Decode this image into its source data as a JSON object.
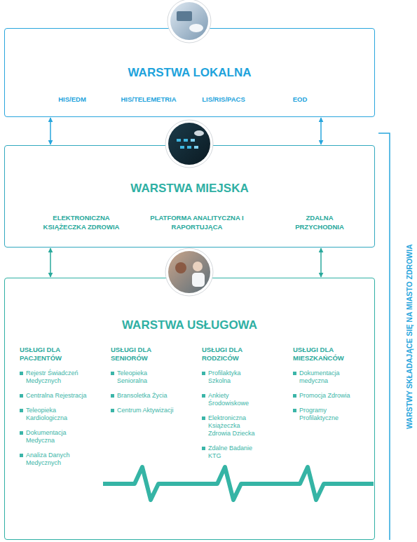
{
  "diagram": {
    "nodes": [
      {
        "text": [
          "WARSTWA LOKALNA",
          "HIS/EDM",
          "HIS/TELEMETRIA",
          "LIS/RIS/PACS",
          "EOD"
        ]
      },
      {
        "text": [
          "WARSTWA MIEJSKA",
          "ELEKTRONICZNA KSIĄŻECZKA ZDROWIA",
          "PLATFORMA ANALITYCZNA I RAPORTUJĄCA",
          "ZDALNA PRZYCHODNIA"
        ]
      },
      {
        "text": [
          "WARSTWA USŁUGOWA",
          "USŁUGI DLA PACJENTÓW",
          "Rejestr Świadczeń Medycznych",
          "Centralna Rejestracja",
          "Teleopieka Kardiologiczna",
          "Dokumentacja Medyczna",
          "Analiza Danych Medycznych",
          "USŁUGI DLA SENIORÓW",
          "Teleopieka Senioralna",
          "Bransoletka Życia",
          "Centrum Aktywizacji",
          "USŁUGI DLA RODZICÓW",
          "Profilaktyka Szkolna",
          "Ankiety Środowiskowe",
          "Elektroniczna Książeczka Zdrowia Dziecka",
          "Zdalne Badanie KTG",
          "USŁUGI DLA MIESZKAŃCÓW",
          "Dokumentacja medyczna",
          "Promocja Zdrowia",
          "Programy Profilaktyczne"
        ]
      }
    ],
    "edges": [
      {
        "from": 0,
        "to": 1,
        "arrow": "both"
      },
      {
        "from": 0,
        "to": 1,
        "arrow": "both"
      },
      {
        "from": 1,
        "to": 2,
        "arrow": "both"
      },
      {
        "from": 1,
        "to": 2,
        "arrow": "both"
      }
    ],
    "labels": [
      "WARSTWY SKŁADAJĄCE SIĘ NA MIASTO ZDROWIA"
    ]
  }
}
